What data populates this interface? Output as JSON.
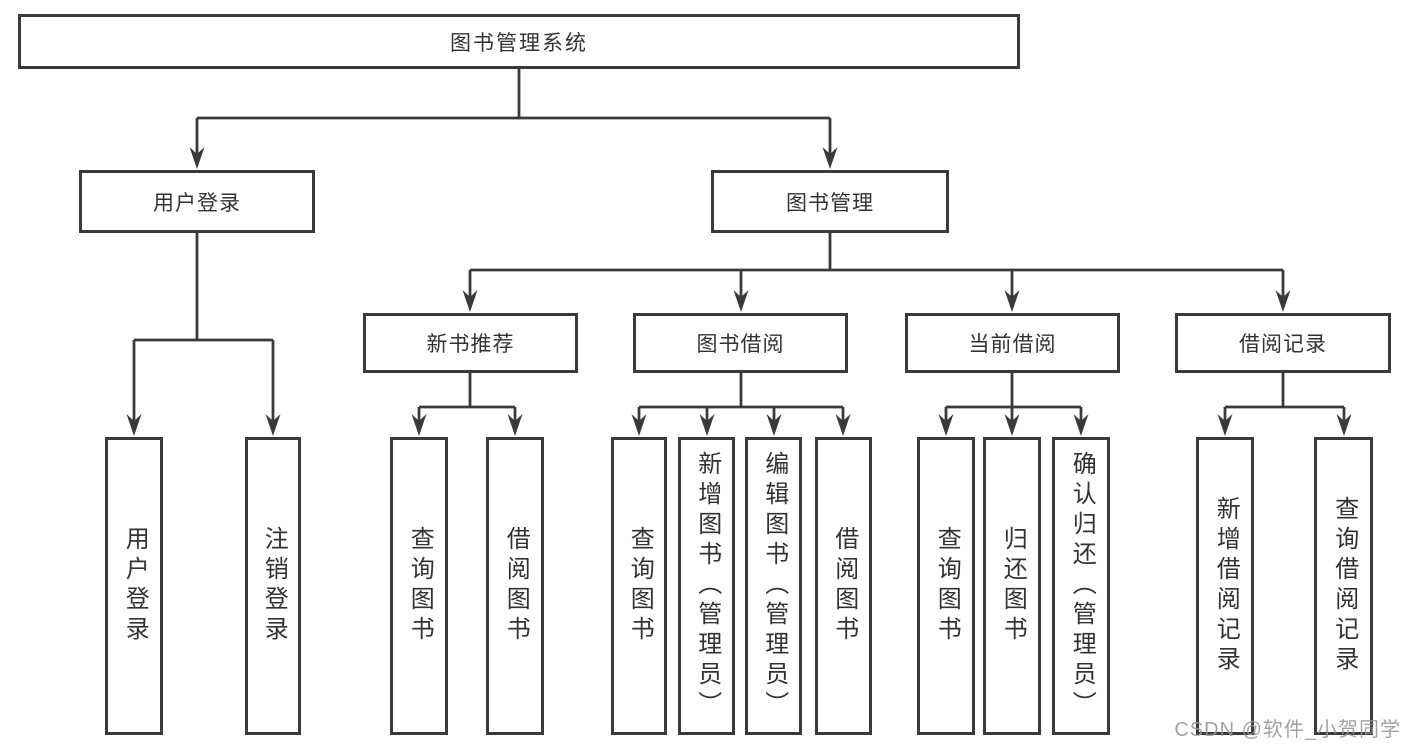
{
  "tree": {
    "label": "图书管理系统",
    "children": [
      {
        "label": "用户登录",
        "children": [
          {
            "label": "用户登录"
          },
          {
            "label": "注销登录"
          }
        ]
      },
      {
        "label": "图书管理",
        "children": [
          {
            "label": "新书推荐",
            "children": [
              {
                "label": "查询图书"
              },
              {
                "label": "借阅图书"
              }
            ]
          },
          {
            "label": "图书借阅",
            "children": [
              {
                "label": "查询图书"
              },
              {
                "label": "新增图书（管理员）"
              },
              {
                "label": "编辑图书（管理员）"
              },
              {
                "label": "借阅图书"
              }
            ]
          },
          {
            "label": "当前借阅",
            "children": [
              {
                "label": "查询图书"
              },
              {
                "label": "归还图书"
              },
              {
                "label": "确认归还（管理员）"
              }
            ]
          },
          {
            "label": "借阅记录",
            "children": [
              {
                "label": "新增借阅记录"
              },
              {
                "label": "查询借阅记录"
              }
            ]
          }
        ]
      }
    ]
  },
  "watermark": {
    "text": "CSDN @软件_小贺同学"
  },
  "colors": {
    "line": "#3a3a3a",
    "text": "#333333",
    "background": "#ffffff",
    "watermark": "#969696"
  }
}
